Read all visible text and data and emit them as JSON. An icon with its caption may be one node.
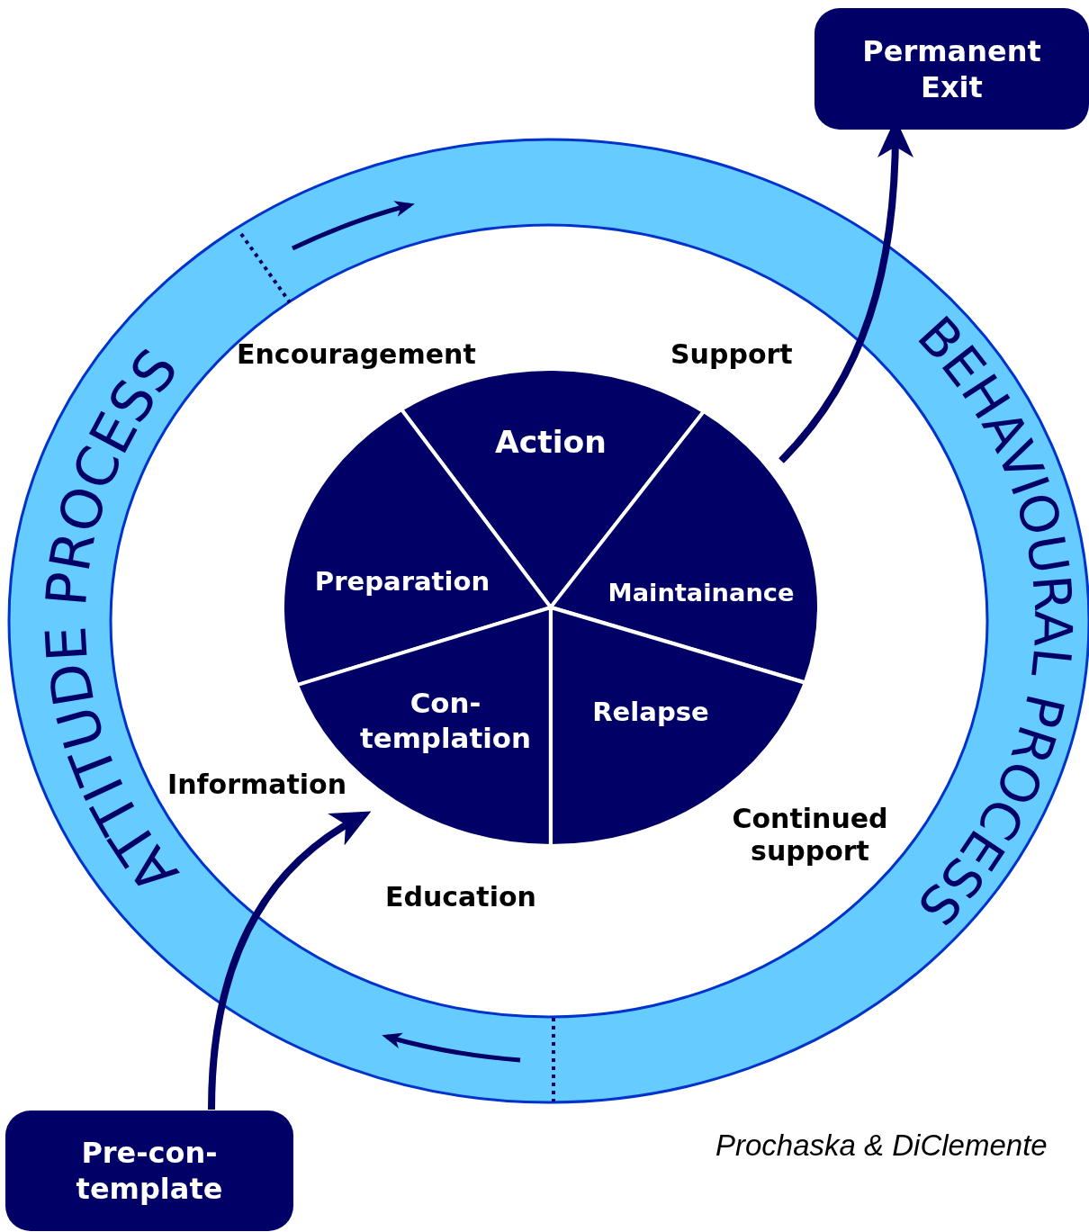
{
  "diagram": {
    "caption": "Prochaska & DiClemente",
    "nodes": [
      {
        "text": [
          "Action"
        ]
      },
      {
        "text": [
          "Preparation"
        ]
      },
      {
        "text": [
          "Maintainance"
        ]
      },
      {
        "text": [
          "Con-templation"
        ]
      },
      {
        "text": [
          "Relapse"
        ]
      },
      {
        "text": [
          "Permanent Exit"
        ]
      },
      {
        "text": [
          "Pre-con-template"
        ]
      }
    ],
    "edges": [
      {
        "from": 6,
        "to": 3,
        "arrow": "to"
      },
      {
        "from": 2,
        "to": 5,
        "arrow": "to"
      }
    ],
    "labels": [
      "ATTITUDE PROCESS",
      "BEHAVIOURAL PROCESS",
      "Encouragement",
      "Support",
      "Information",
      "Education",
      "Continued support"
    ]
  }
}
